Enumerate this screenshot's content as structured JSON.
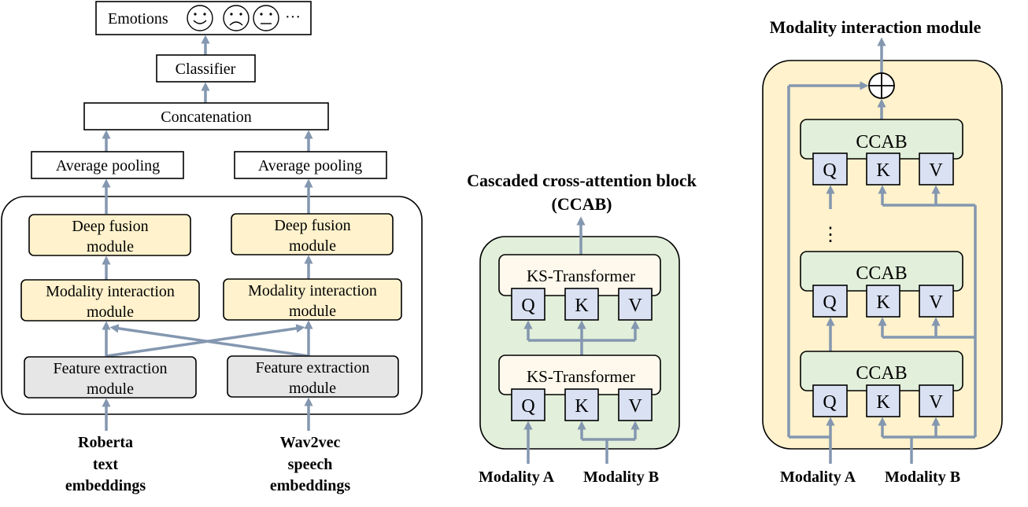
{
  "left": {
    "emotions_label": "Emotions",
    "emotions_more": "···",
    "classifier": "Classifier",
    "concatenation": "Concatenation",
    "avg_pool_left": "Average pooling",
    "avg_pool_right": "Average pooling",
    "deep_fusion_left": [
      "Deep fusion",
      "module"
    ],
    "deep_fusion_right": [
      "Deep fusion",
      "module"
    ],
    "mim_left": [
      "Modality interaction",
      "module"
    ],
    "mim_right": [
      "Modality interaction",
      "module"
    ],
    "fe_left": [
      "Feature extraction",
      "module"
    ],
    "fe_right": [
      "Feature extraction",
      "module"
    ],
    "input_left": [
      "Roberta",
      "text",
      "embeddings"
    ],
    "input_right": [
      "Wav2vec",
      "speech",
      "embeddings"
    ]
  },
  "middle": {
    "title": [
      "Cascaded cross-attention block",
      "(CCAB)"
    ],
    "ks_top": "KS-Transformer",
    "ks_bottom": "KS-Transformer",
    "q": "Q",
    "k": "K",
    "v": "V",
    "modality_a": "Modality A",
    "modality_b": "Modality B"
  },
  "right": {
    "title": "Modality interaction module",
    "ccab_top": "CCAB",
    "ccab_mid": "CCAB",
    "ccab_bottom": "CCAB",
    "q": "Q",
    "k": "K",
    "v": "V",
    "dots": "⋮",
    "modality_a": "Modality A",
    "modality_b": "Modality B"
  },
  "colors": {
    "arrow": "#8497b0",
    "module_yellow": "#fff2cc",
    "module_gray": "#e7e6e6",
    "block_green": "#e2efda",
    "qkv_blue": "#d9e1f2"
  }
}
